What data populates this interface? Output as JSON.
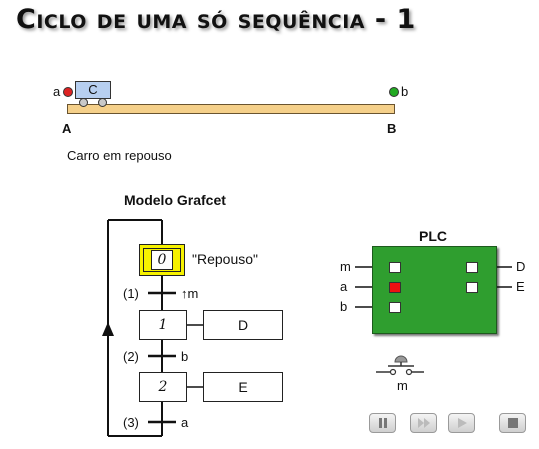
{
  "title": "Ciclo de uma só sequência - 1",
  "track": {
    "sensor_a": "a",
    "sensor_b": "b",
    "car_label": "C",
    "point_a": "A",
    "point_b": "B",
    "status": "Carro em repouso",
    "sensor_a_color": "#dd2222",
    "sensor_b_color": "#22aa22"
  },
  "grafcet": {
    "title": "Modelo Grafcet",
    "steps": [
      {
        "number": "0",
        "comment": "\"Repouso\"",
        "active": true
      },
      {
        "number": "1",
        "action": "D"
      },
      {
        "number": "2",
        "action": "E"
      }
    ],
    "transitions": [
      {
        "label": "(1)",
        "condition": "↑m"
      },
      {
        "label": "(2)",
        "condition": "b"
      },
      {
        "label": "(3)",
        "condition": "a"
      }
    ]
  },
  "plc": {
    "title": "PLC",
    "inputs": [
      {
        "name": "m",
        "active": false
      },
      {
        "name": "a",
        "active": true
      },
      {
        "name": "b",
        "active": false
      }
    ],
    "outputs": [
      {
        "name": "D",
        "active": false
      },
      {
        "name": "E",
        "active": false
      }
    ],
    "active_color": "#ee1111",
    "body_color": "#2f9e2f"
  },
  "pushbutton": {
    "label": "m"
  },
  "controls": {
    "buttons": [
      "pause-icon",
      "fast-forward-icon",
      "play-icon",
      "stop-icon"
    ]
  }
}
